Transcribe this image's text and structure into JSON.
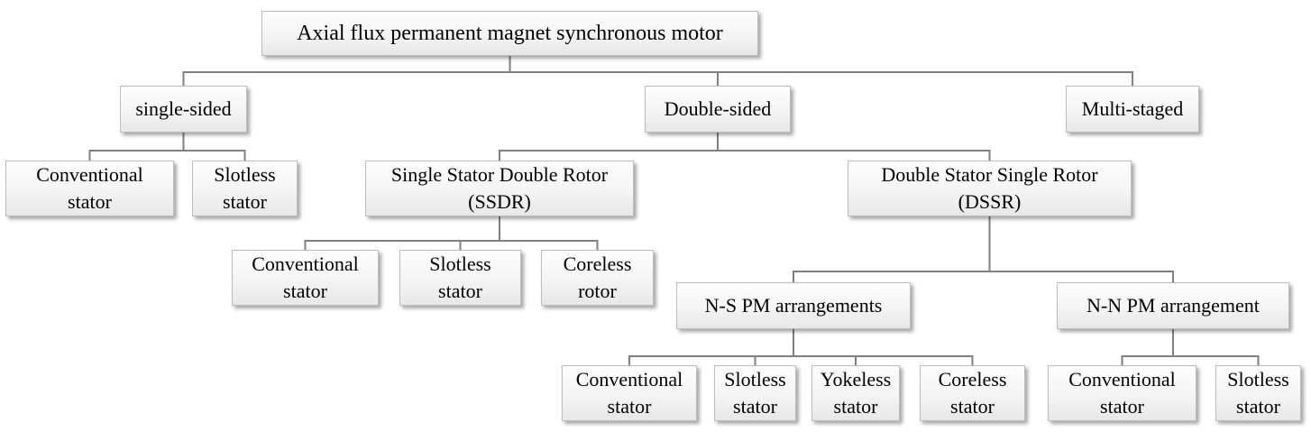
{
  "diagram_type": "hierarchy-tree",
  "colors": {
    "connector": "#808080",
    "box-border": "#bdbdbd",
    "box-fill-top": "#fdfdfd",
    "box-fill-bottom": "#e7e7e7",
    "text": "#000000"
  },
  "tree": {
    "label": "Axial flux permanent magnet synchronous motor",
    "children": [
      {
        "label": "single-sided",
        "children": [
          {
            "label": "Conventional\nstator"
          },
          {
            "label": "Slotless\nstator"
          }
        ]
      },
      {
        "label": "Double-sided",
        "children": [
          {
            "label": "Single Stator Double Rotor\n(SSDR)",
            "children": [
              {
                "label": "Conventional\nstator"
              },
              {
                "label": "Slotless\nstator"
              },
              {
                "label": "Coreless\nrotor"
              }
            ]
          },
          {
            "label": "Double Stator Single Rotor\n(DSSR)",
            "children": [
              {
                "label": "N-S PM arrangements",
                "children": [
                  {
                    "label": "Conventional\nstator"
                  },
                  {
                    "label": "Slotless\nstator"
                  },
                  {
                    "label": "Yokeless\nstator"
                  },
                  {
                    "label": "Coreless\nstator"
                  }
                ]
              },
              {
                "label": "N-N PM arrangement",
                "children": [
                  {
                    "label": "Conventional\nstator"
                  },
                  {
                    "label": "Slotless\nstator"
                  }
                ]
              }
            ]
          }
        ]
      },
      {
        "label": "Multi-staged"
      }
    ]
  }
}
